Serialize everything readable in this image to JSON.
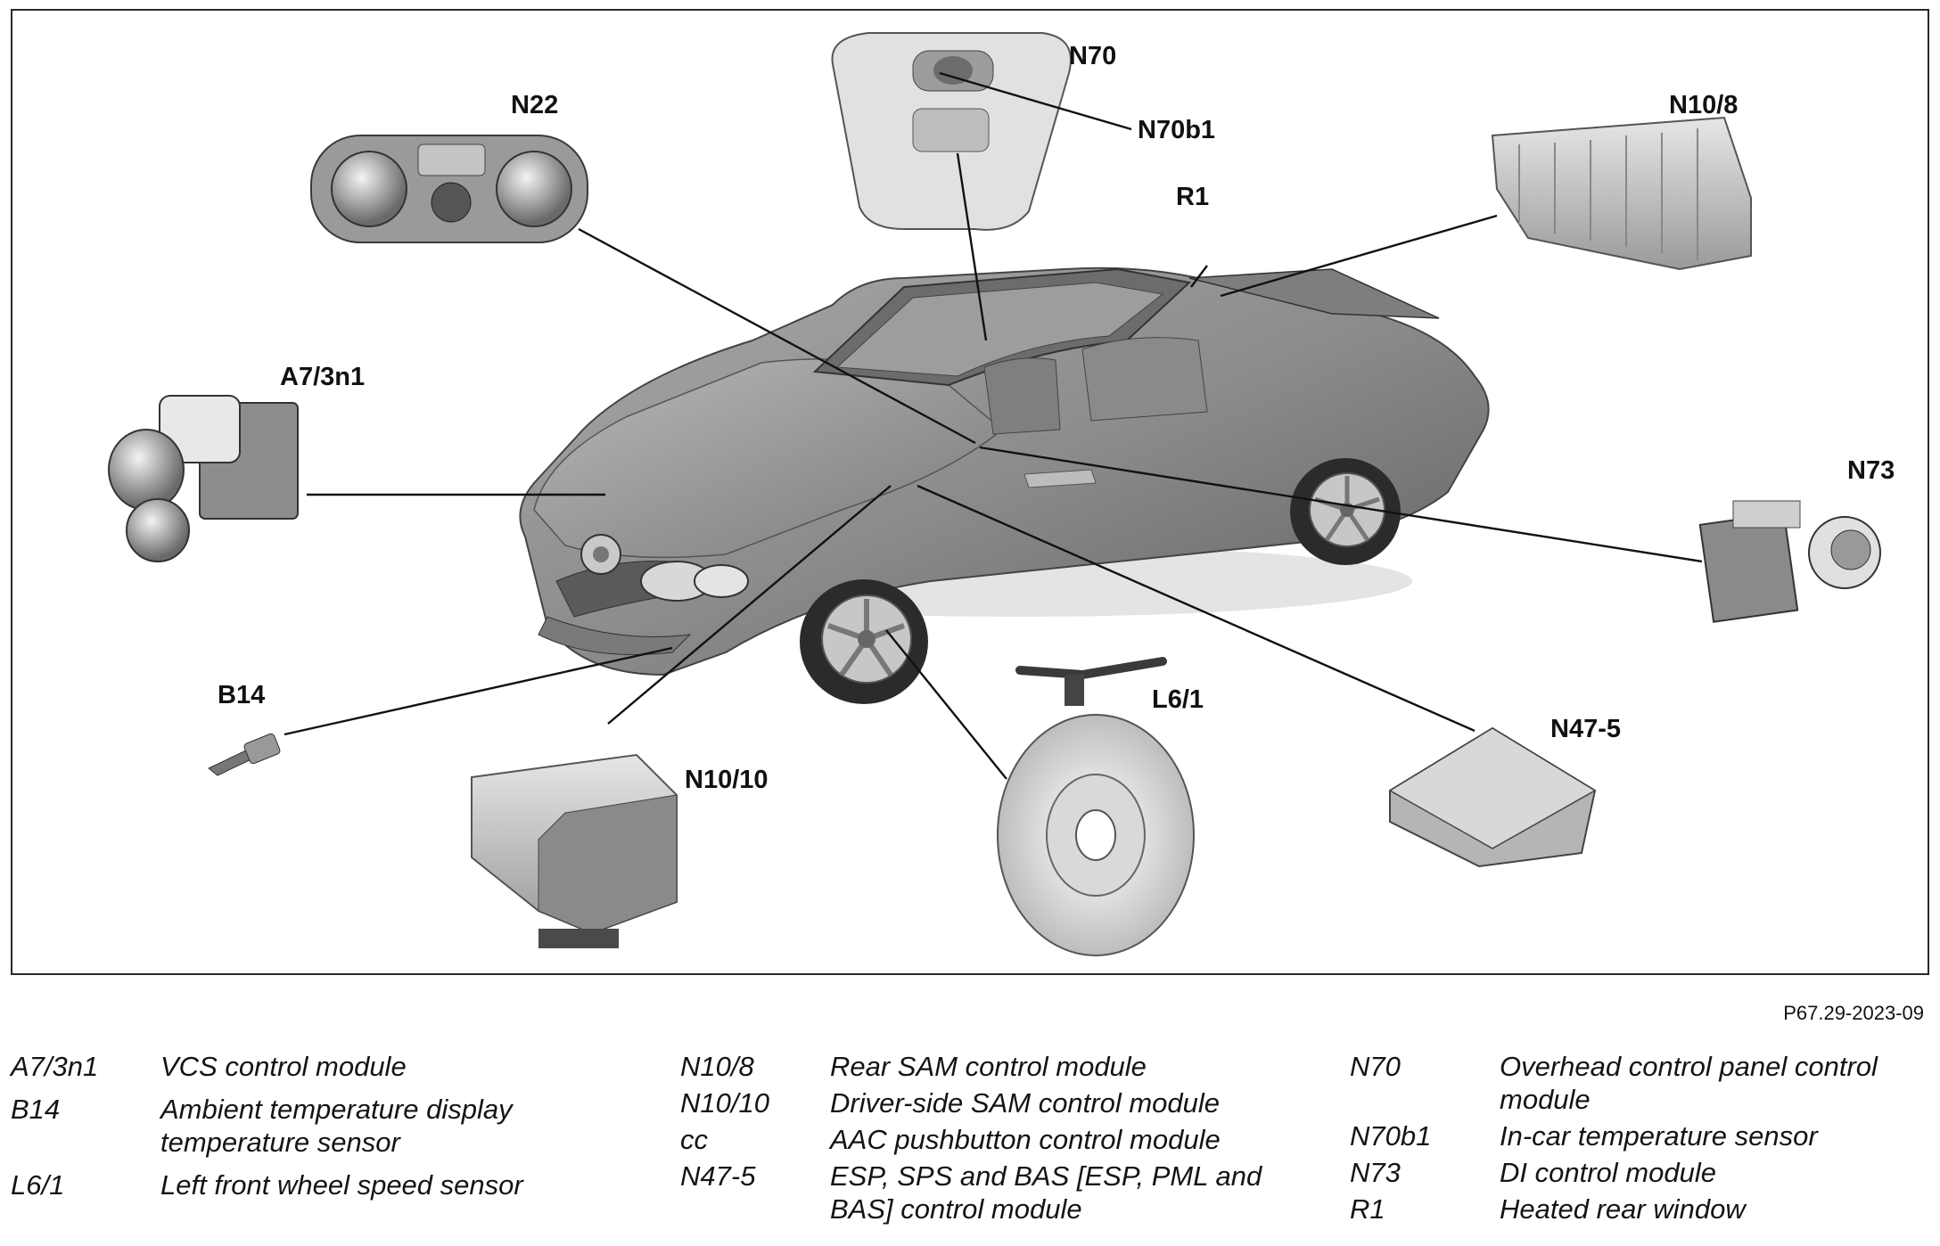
{
  "figure_ref": "P67.29-2023-09",
  "callouts": {
    "n70": "N70",
    "n70b1": "N70b1",
    "n22": "N22",
    "n10_8": "N10/8",
    "r1": "R1",
    "a7_3n1": "A7/3n1",
    "n73": "N73",
    "b14": "B14",
    "l6_1": "L6/1",
    "n47_5": "N47-5",
    "n10_10": "N10/10"
  },
  "legend": [
    [
      {
        "code": "A7/3n1",
        "desc": "VCS control module"
      },
      {
        "code": "B14",
        "desc": "Ambient temperature display temperature sensor"
      },
      {
        "code": "L6/1",
        "desc": "Left front wheel speed sensor"
      }
    ],
    [
      {
        "code": "N10/8",
        "desc": "Rear SAM control module"
      },
      {
        "code": "N10/10",
        "desc": "Driver-side SAM control module"
      },
      {
        "code": "cc",
        "desc": "AAC pushbutton control module"
      },
      {
        "code": "N47-5",
        "desc": "ESP, SPS and BAS [ESP, PML and BAS] control module"
      }
    ],
    [
      {
        "code": "N70",
        "desc": "Overhead control panel control module"
      },
      {
        "code": "N70b1",
        "desc": "In-car temperature sensor"
      },
      {
        "code": "N73",
        "desc": "DI control module"
      },
      {
        "code": "R1",
        "desc": "Heated rear window"
      }
    ]
  ]
}
